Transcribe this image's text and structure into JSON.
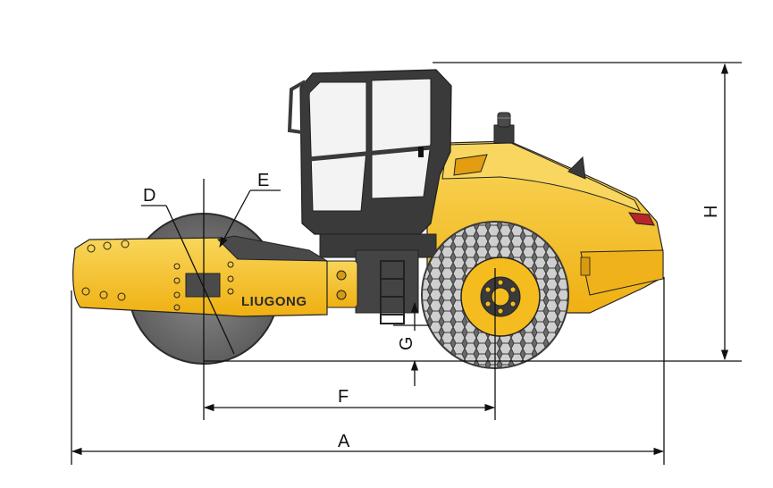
{
  "brand": {
    "logo_text": "LIUGONG"
  },
  "dimensions": {
    "a": "A",
    "f": "F",
    "g": "G",
    "h": "H",
    "d": "D",
    "e": "E"
  },
  "colors": {
    "body_yellow": "#F2B91C",
    "body_yellow_light": "#F7CF4A",
    "drum_grey": "#6E6E6E",
    "drum_dark": "#4A4A4A",
    "cab_frame": "#3A3A3A",
    "glass": "#F4F4F4",
    "line": "#111111"
  }
}
